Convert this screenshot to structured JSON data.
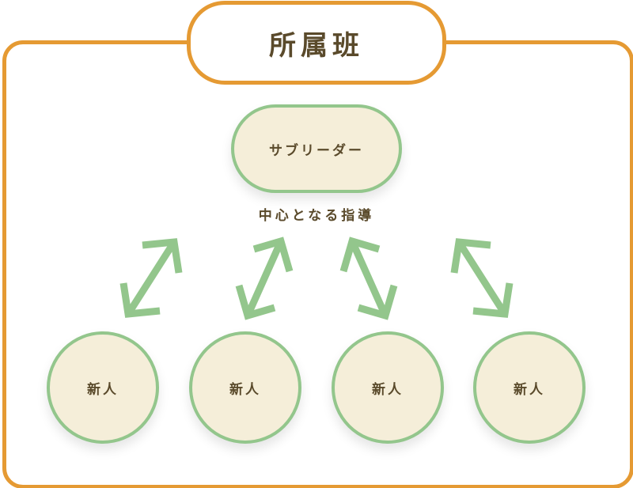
{
  "title": "所属班",
  "leader": {
    "label": "サブリーダー",
    "note": "中心となる指導"
  },
  "members": [
    {
      "label": "新人"
    },
    {
      "label": "新人"
    },
    {
      "label": "新人"
    },
    {
      "label": "新人"
    }
  ],
  "arrows": [
    {
      "icon": "double-arrow-icon",
      "from": "leader",
      "to": "member-1"
    },
    {
      "icon": "double-arrow-icon",
      "from": "leader",
      "to": "member-2"
    },
    {
      "icon": "double-arrow-icon",
      "from": "leader",
      "to": "member-3"
    },
    {
      "icon": "double-arrow-icon",
      "from": "leader",
      "to": "member-4"
    }
  ],
  "colors": {
    "frame": "#e59a33",
    "node_border": "#93c68c",
    "node_fill": "#f5eed9",
    "arrow": "#93c68c",
    "text": "#5a4a2b"
  }
}
